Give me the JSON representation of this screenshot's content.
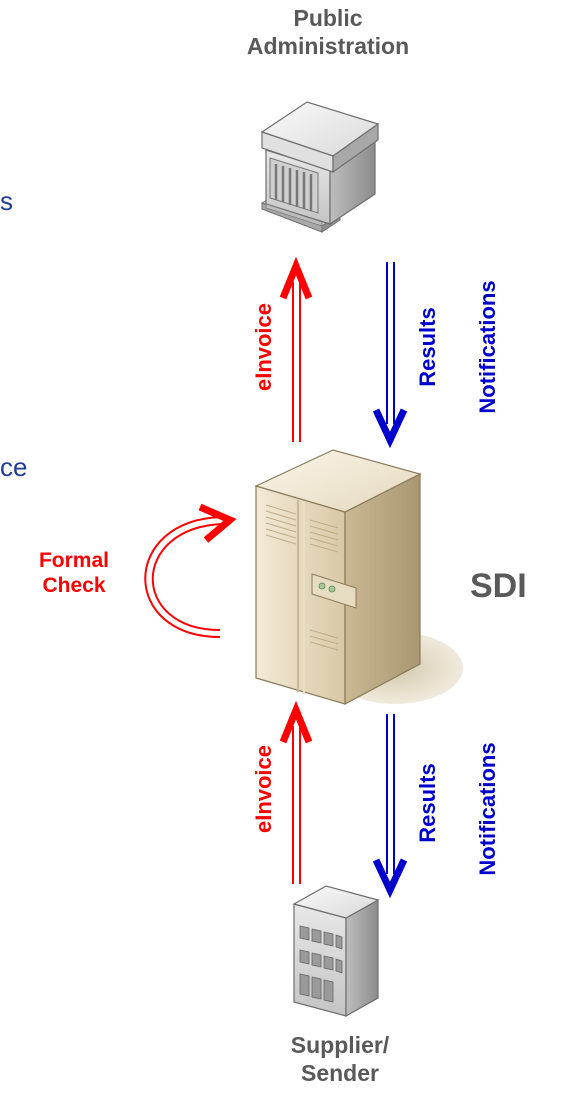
{
  "nodes": {
    "public_administration": {
      "line1": "Public",
      "line2": "Administration"
    },
    "sdi": {
      "label": "SDI"
    },
    "supplier": {
      "line1": "Supplier/",
      "line2": "Sender"
    }
  },
  "edges": {
    "upper_einvoice": "eInvoice",
    "upper_results": "Results",
    "upper_notifications": "Notifications",
    "lower_einvoice": "eInvoice",
    "lower_results": "Results",
    "lower_notifications": "Notifications",
    "formal_check_line1": "Formal",
    "formal_check_line2": "Check"
  },
  "cropped_text": {
    "fragment_s": "s",
    "fragment_ce": "ce"
  },
  "colors": {
    "einvoice": "#ff0000",
    "results": "#0000cc",
    "node_labels": "#595959",
    "cropped_text": "#1f3d99"
  }
}
